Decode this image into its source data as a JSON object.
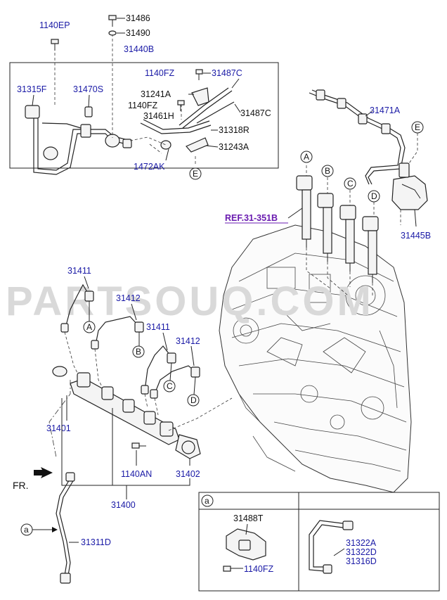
{
  "labels": {
    "p1140EP": "1140EP",
    "p31486": "31486",
    "p31490": "31490",
    "p31440B": "31440B",
    "p1140FZ_a": "1140FZ",
    "p31487C_a": "31487C",
    "p31315F": "31315F",
    "p31470S": "31470S",
    "p31241A": "31241A",
    "p1140FZ_b": "1140FZ",
    "p31461H": "31461H",
    "p31487C_b": "31487C",
    "p31318R": "31318R",
    "p31243A": "31243A",
    "p1472AK": "1472AK",
    "p31471A": "31471A",
    "p31445B": "31445B",
    "ref": "REF.31-351B",
    "p31411_a": "31411",
    "p31412_a": "31412",
    "p31411_b": "31411",
    "p31412_b": "31412",
    "p31401": "31401",
    "p1140AN": "1140AN",
    "p31402": "31402",
    "p31400": "31400",
    "fr": "FR.",
    "p31311D": "31311D",
    "p31488T": "31488T",
    "p1140FZ_c": "1140FZ",
    "p31322A": "31322A",
    "p31322D": "31322D",
    "p31316D": "31316D"
  },
  "callouts": {
    "A": "A",
    "B": "B",
    "C": "C",
    "D": "D",
    "E": "E",
    "a": "a"
  },
  "watermark": "PARTSOUQ.COM"
}
